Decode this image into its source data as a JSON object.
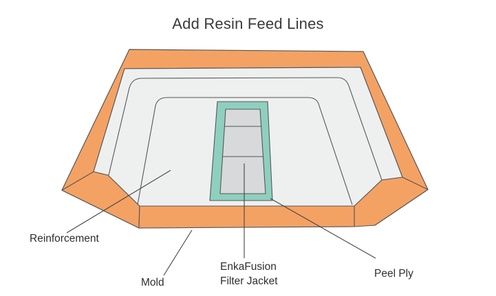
{
  "title": "Add Resin Feed Lines",
  "labels": {
    "reinforcement": "Reinforcement",
    "mold": "Mold",
    "filter_jacket_line1": "EnkaFusion",
    "filter_jacket_line2": "Filter Jacket",
    "peel_ply": "Peel Ply"
  },
  "colors": {
    "mold": "#f4a264",
    "reinforcement": "#eef0f0",
    "peel_ply": "#8fcfbf",
    "filter_jacket": "#d8d9db",
    "outline": "#555555"
  }
}
